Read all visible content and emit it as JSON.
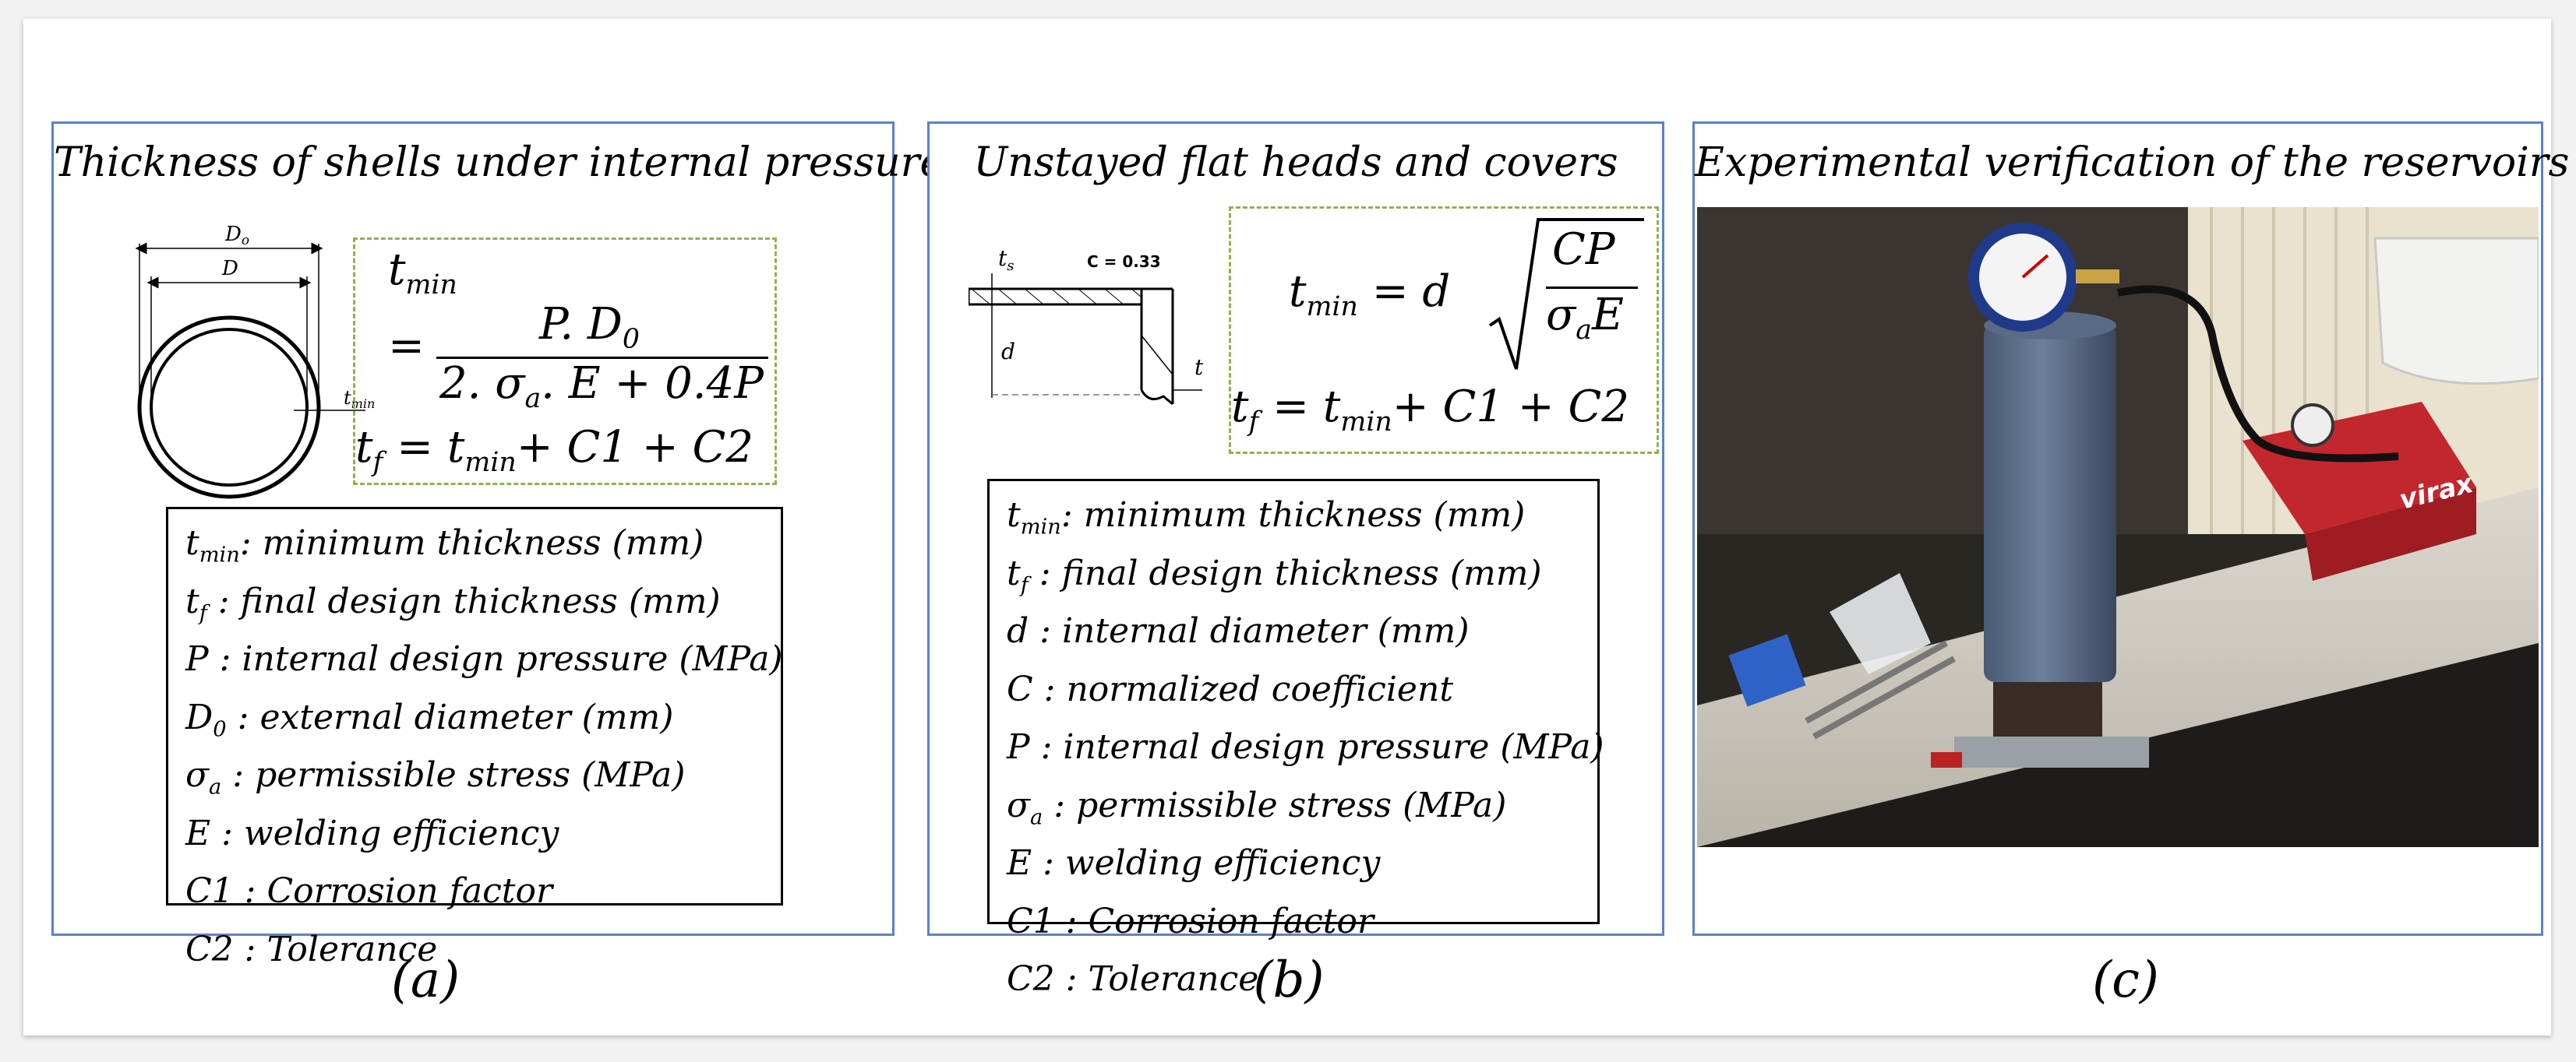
{
  "panels": {
    "a": {
      "title": "Thickness of shells under internal pressure",
      "caption": "(a)",
      "diagram_labels": {
        "outer": "D",
        "outer_sub": "o",
        "inner": "D",
        "thickness": "t",
        "thickness_sub": "min"
      },
      "formula": {
        "lhs": "t",
        "lhs_sub": "min",
        "equals": "=",
        "numerator": "P. D",
        "numerator_sub": "0",
        "denominator_pre": "2. σ",
        "denominator_sub": "a",
        "denominator_post": ". E + 0.4P",
        "final_lhs": "t",
        "final_lhs_sub": "f",
        "final_rhs_pre": " = t",
        "final_rhs_sub": "min",
        "final_rhs_post": "+ C1 + C2"
      },
      "legend": [
        {
          "sym": "t",
          "sub": "min",
          "text": ": minimum thickness (mm)"
        },
        {
          "sym": "t",
          "sub": "f",
          "text": " : final design thickness (mm)"
        },
        {
          "sym": "P",
          "sub": "",
          "text": " : internal design pressure (MPa)"
        },
        {
          "sym": "D",
          "sub": "0",
          "text": " : external diameter (mm)"
        },
        {
          "sym": "σ",
          "sub": "a",
          "text": " : permissible stress (MPa)"
        },
        {
          "sym": "E",
          "sub": "",
          "text": " : welding efficiency"
        },
        {
          "sym": "C1",
          "sub": "",
          "text": " : Corrosion factor"
        },
        {
          "sym": "C2",
          "sub": "",
          "text": " : Tolerance"
        }
      ]
    },
    "b": {
      "title": "Unstayed flat heads and covers",
      "caption": "(b)",
      "diagram_labels": {
        "ts": "t",
        "ts_sub": "s",
        "coef": "C = 0.33",
        "d": "d",
        "t": "t"
      },
      "formula": {
        "lhs": "t",
        "lhs_sub": "min",
        "rhs_pre": " = d",
        "numerator": "CP",
        "denominator_pre": "σ",
        "denominator_sub": "a",
        "denominator_post": "E",
        "final_lhs": "t",
        "final_lhs_sub": "f",
        "final_rhs_pre": " = t",
        "final_rhs_sub": "min",
        "final_rhs_post": "+ C1 + C2"
      },
      "legend": [
        {
          "sym": "t",
          "sub": "min",
          "text": ": minimum thickness (mm)"
        },
        {
          "sym": "t",
          "sub": "f",
          "text": " : final design thickness (mm)"
        },
        {
          "sym": "d",
          "sub": "",
          "text": " : internal diameter (mm)"
        },
        {
          "sym": "C",
          "sub": "",
          "text": " : normalized coefficient"
        },
        {
          "sym": "P",
          "sub": "",
          "text": " : internal design pressure (MPa)"
        },
        {
          "sym": "σ",
          "sub": "a",
          "text": " : permissible stress (MPa)"
        },
        {
          "sym": "E",
          "sub": "",
          "text": " : welding efficiency"
        },
        {
          "sym": "C1",
          "sub": "",
          "text": " : Corrosion factor"
        },
        {
          "sym": "C2",
          "sub": "",
          "text": " : Tolerance"
        }
      ]
    },
    "c": {
      "title": "Experimental verification of the reservoirs",
      "caption": "(c)",
      "photo_brand": "virax"
    }
  },
  "colors": {
    "panel_border": "#5b82c9",
    "formula_border": "#8db34c"
  }
}
